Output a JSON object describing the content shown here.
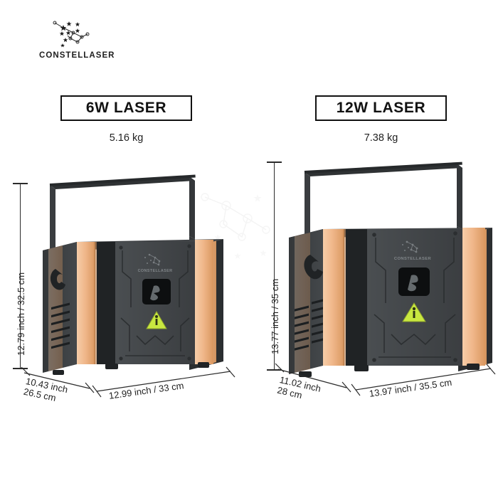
{
  "brand": {
    "name": "CONSTELLASER",
    "logo_icon": "constellation-icon"
  },
  "products": [
    {
      "id": "laser-6w",
      "title": "6W LASER",
      "weight": "5.16 kg",
      "dimensions": {
        "height": "12.79 inch / 32.5 cm",
        "depth_line1": "10.43 inch",
        "depth_line2": "26.5 cm",
        "width": "12.99 inch / 33 cm"
      },
      "panel_logo_text": "CONSTELLASER",
      "hazard_icon": "laser-hazard-triangle-icon"
    },
    {
      "id": "laser-12w",
      "title": "12W LASER",
      "weight": "7.38 kg",
      "dimensions": {
        "height": "13.77 inch / 35 cm",
        "depth_line1": "11.02 inch",
        "depth_line2": "28 cm",
        "width": "13.97 inch / 35.5 cm"
      },
      "panel_logo_text": "CONSTELLASER",
      "hazard_icon": "laser-hazard-triangle-icon"
    }
  ],
  "colors": {
    "background": "#ffffff",
    "body_dark": "#3c3f42",
    "body_darker": "#2a2d30",
    "body_front": "#45484b",
    "copper": "#f0b78a",
    "copper_shade": "#d99a6c",
    "hazard_green": "#c9e840",
    "line": "#2b2b2b",
    "text": "#1a1a1a"
  }
}
